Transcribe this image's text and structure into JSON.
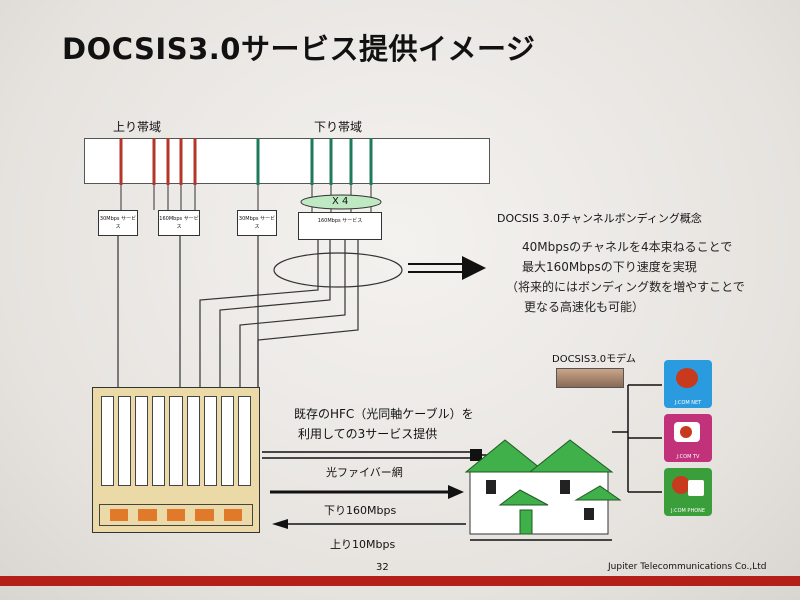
{
  "title": "DOCSIS3.0サービス提供イメージ",
  "upstream_label": "上り帯域",
  "downstream_label": "下り帯域",
  "x4_label": "X 4",
  "services": [
    {
      "name": "30Mbps サービス"
    },
    {
      "name": "160Mbps サービス"
    },
    {
      "name": "30Mbps サービス"
    },
    {
      "name": "160Mbps サービス"
    }
  ],
  "bonding_title": "DOCSIS 3.0チャンネルボンディング概念",
  "bonding_lines": [
    "40Mbpsのチャネルを4本束ねることで",
    "最大160Mbpsの下り速度を実現",
    "（将来的にはボンディング数を増やすことで",
    "更なる高速化も可能）"
  ],
  "modem_label": "DOCSIS3.0モデム",
  "hfc_lines": [
    "既存のHFC（光同軸ケーブル）を",
    "利用しての3サービス提供"
  ],
  "fiber_label": "光ファイバー網",
  "down_label": "下り160Mbps",
  "up_label": "上り10Mbps",
  "icons": [
    {
      "caption": "J:COM NET",
      "color": "#2b9be0"
    },
    {
      "caption": "J:COM TV",
      "color": "#c2327a"
    },
    {
      "caption": "J:COM PHONE",
      "color": "#3a9e3a"
    }
  ],
  "page_number": "32",
  "company": "Jupiter Telecommunications Co.,Ltd",
  "colors": {
    "upstream": "#b3362a",
    "downstream": "#1f7a5a",
    "footer": "#b51f1a",
    "house_roof": "#3fb04a",
    "headend": "#ecd9a8"
  }
}
